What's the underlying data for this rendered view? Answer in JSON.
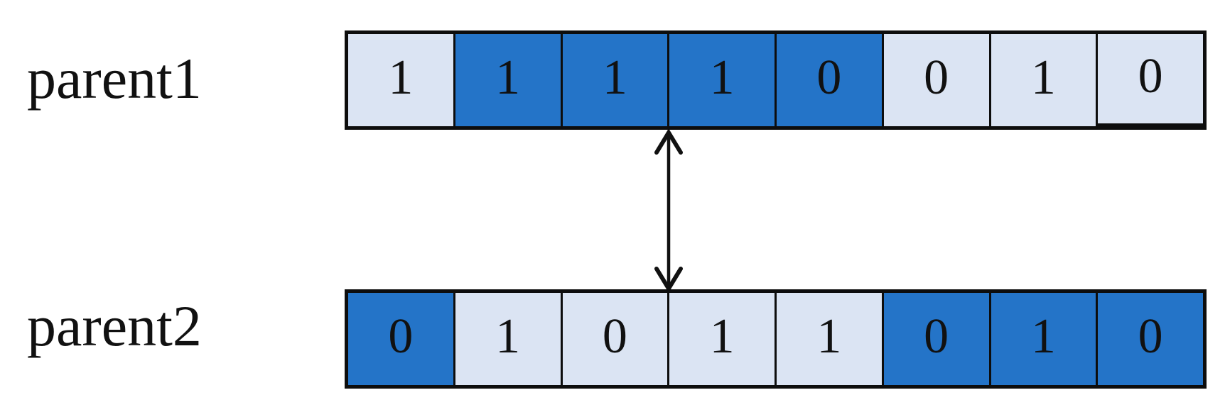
{
  "rows": [
    {
      "label": "parent1",
      "cells": [
        {
          "value": "1",
          "shade": "light"
        },
        {
          "value": "1",
          "shade": "dark"
        },
        {
          "value": "1",
          "shade": "dark"
        },
        {
          "value": "1",
          "shade": "dark"
        },
        {
          "value": "0",
          "shade": "dark"
        },
        {
          "value": "0",
          "shade": "light"
        },
        {
          "value": "1",
          "shade": "light"
        },
        {
          "value": "0",
          "shade": "light"
        }
      ]
    },
    {
      "label": "parent2",
      "cells": [
        {
          "value": "0",
          "shade": "dark"
        },
        {
          "value": "1",
          "shade": "light"
        },
        {
          "value": "0",
          "shade": "light"
        },
        {
          "value": "1",
          "shade": "light"
        },
        {
          "value": "1",
          "shade": "light"
        },
        {
          "value": "0",
          "shade": "dark"
        },
        {
          "value": "1",
          "shade": "dark"
        },
        {
          "value": "0",
          "shade": "dark"
        }
      ]
    }
  ],
  "colors": {
    "background": "#ffffff",
    "cell_light": "#dbe4f3",
    "cell_dark": "#2474c8",
    "border": "#0d0d0d",
    "arrow": "#111111",
    "text": "#111111"
  }
}
